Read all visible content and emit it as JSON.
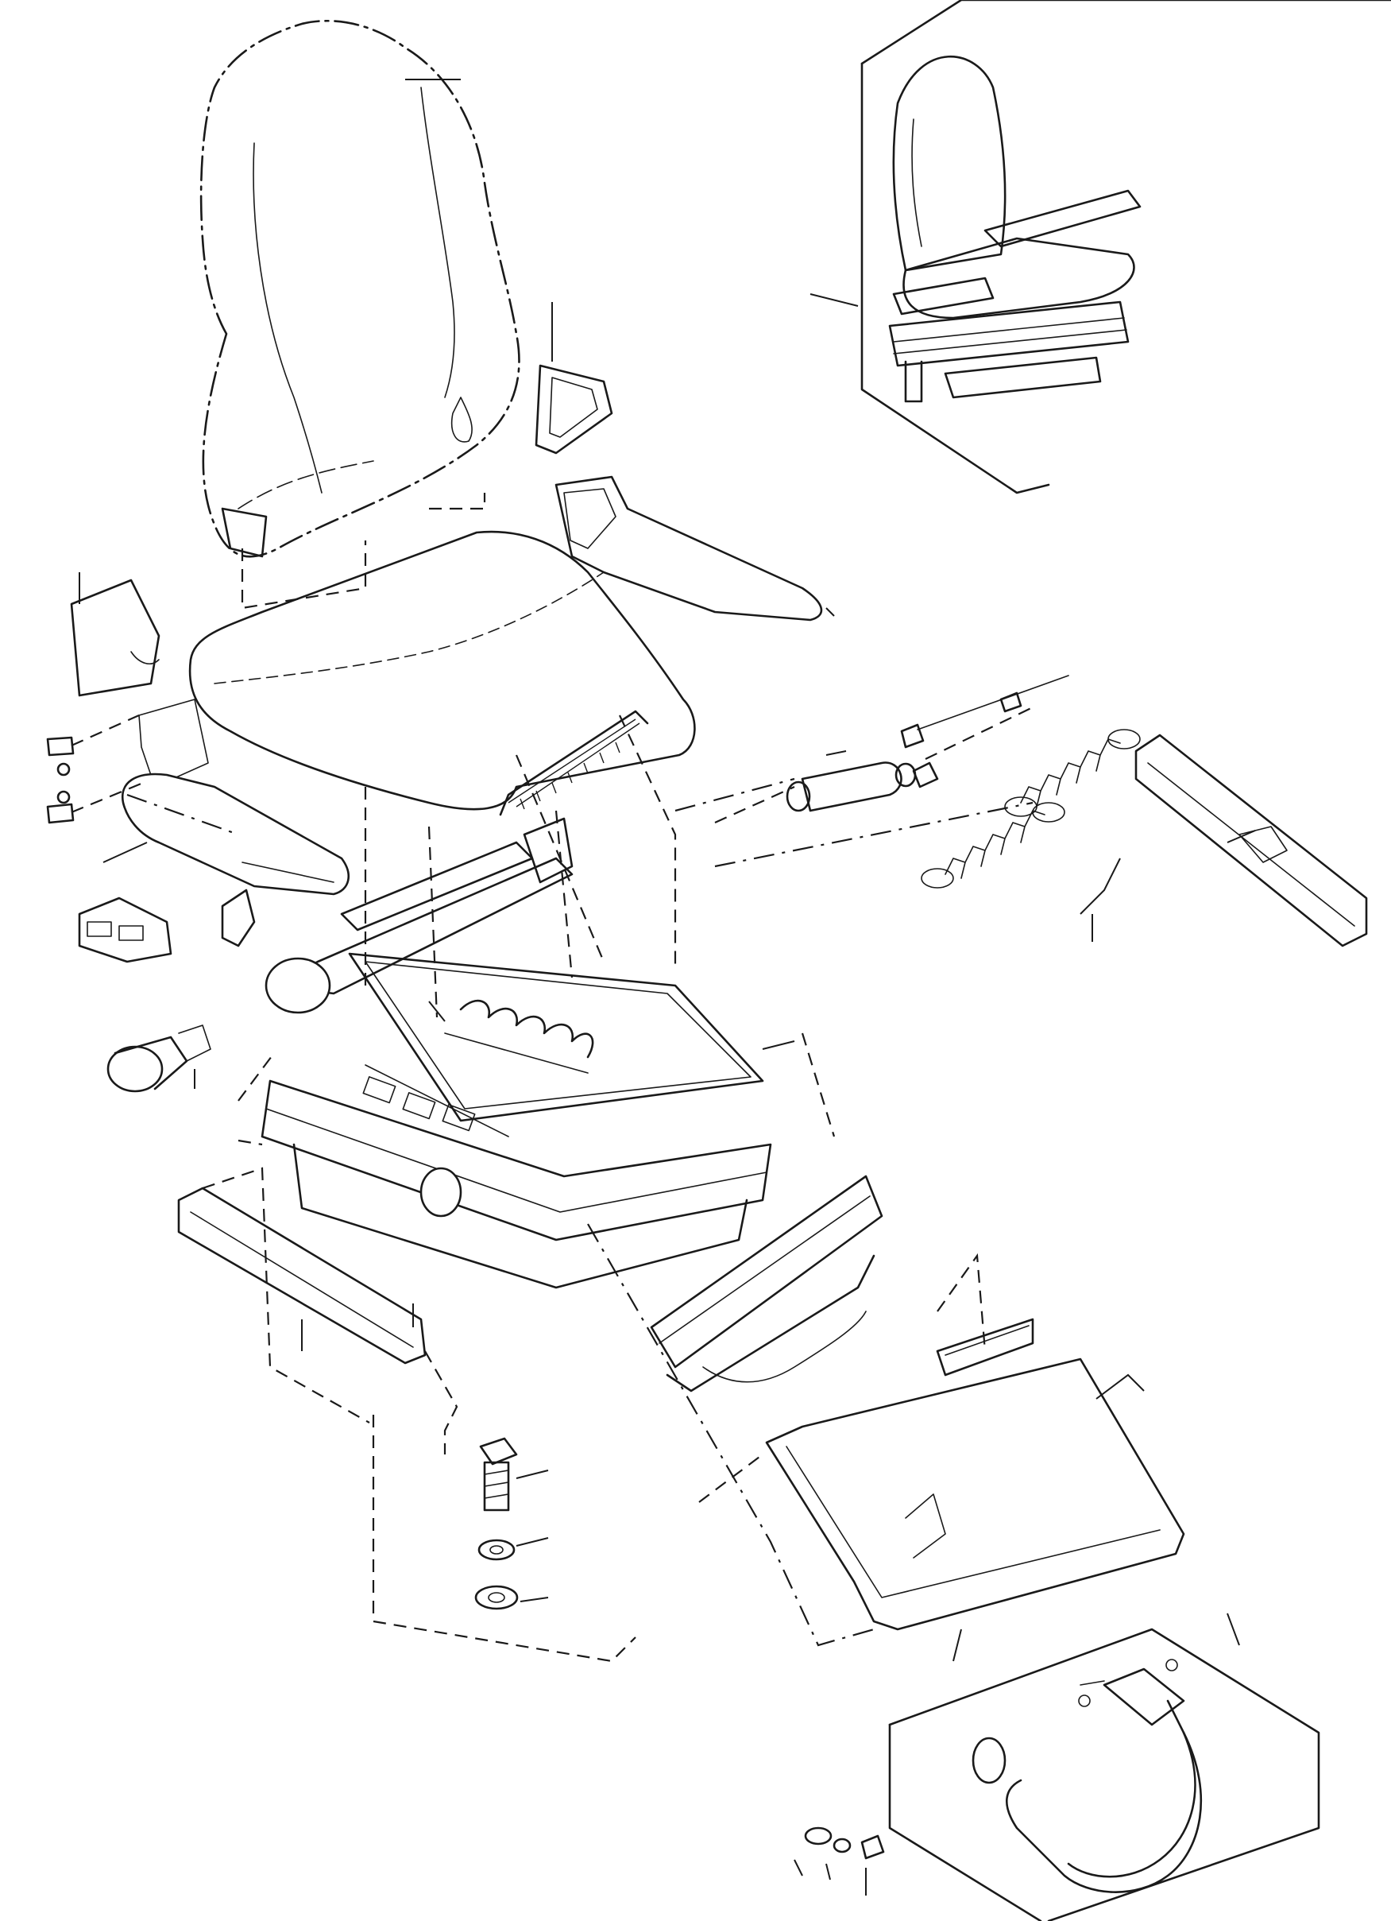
{
  "diagram": {
    "type": "exploded-parts-view",
    "colors": {
      "ink": "#1a1a1a",
      "paper": "#ffffff"
    },
    "components": [
      {
        "id": "seat-backrest",
        "group": "upper"
      },
      {
        "id": "backrest-side-bracket",
        "group": "upper"
      },
      {
        "id": "assembled-seat-inset",
        "group": "inset"
      },
      {
        "id": "seat-cushion",
        "group": "upper"
      },
      {
        "id": "right-armrest",
        "group": "upper"
      },
      {
        "id": "left-armrest",
        "group": "left"
      },
      {
        "id": "left-side-cover",
        "group": "left"
      },
      {
        "id": "armrest-bolts",
        "group": "left"
      },
      {
        "id": "control-cover",
        "group": "left"
      },
      {
        "id": "trim-piece",
        "group": "left"
      },
      {
        "id": "adjust-knob",
        "group": "left"
      },
      {
        "id": "gas-damper",
        "group": "right"
      },
      {
        "id": "tension-springs",
        "group": "right"
      },
      {
        "id": "right-slide-rail",
        "group": "right"
      },
      {
        "id": "suspension-base",
        "group": "center"
      },
      {
        "id": "bellows-skirt",
        "group": "center"
      },
      {
        "id": "left-slide-rail",
        "group": "lower"
      },
      {
        "id": "mounting-bolt",
        "group": "lower"
      },
      {
        "id": "spring-washer",
        "group": "lower"
      },
      {
        "id": "flat-washer",
        "group": "lower"
      },
      {
        "id": "slide-frame",
        "group": "lower"
      },
      {
        "id": "seat-belt",
        "group": "lower"
      },
      {
        "id": "belt-hardware",
        "group": "lower"
      }
    ]
  }
}
